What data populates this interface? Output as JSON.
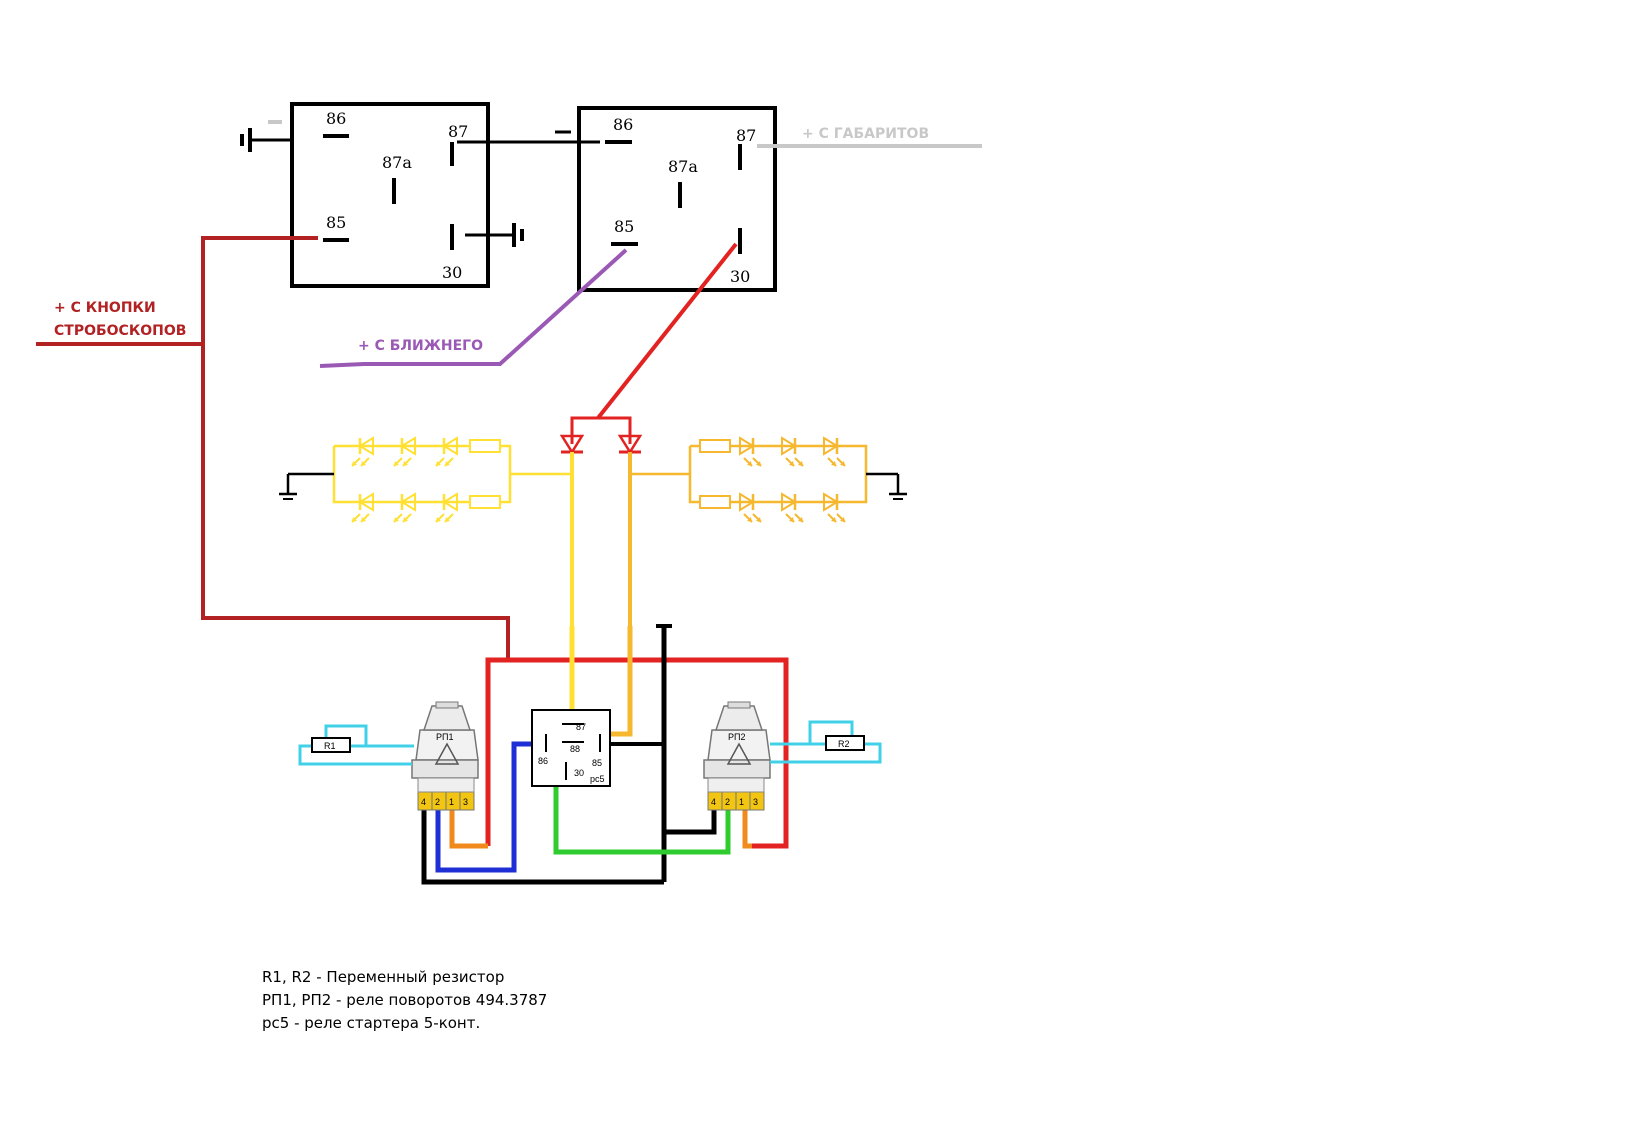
{
  "relay1": {
    "pins": [
      "86",
      "87",
      "87a",
      "85",
      "30"
    ],
    "minus": "−"
  },
  "relay2": {
    "pins": [
      "86",
      "87",
      "87a",
      "85",
      "30"
    ],
    "minus": "−"
  },
  "wire_labels": {
    "button_line1": "+ С КНОПКИ",
    "button_line2": "СТРОБОСКОПОВ",
    "low_beam": "+ С БЛИЖНЕГО",
    "parking": "+ С ГАБАРИТОВ"
  },
  "flasher1": {
    "name": "РП1",
    "resistor": "R1",
    "pins": [
      "4",
      "2",
      "1",
      "3"
    ]
  },
  "flasher2": {
    "name": "РП2",
    "resistor": "R2",
    "pins": [
      "4",
      "2",
      "1",
      "3"
    ]
  },
  "starter_relay": {
    "name": "рс5",
    "pins": [
      "87",
      "88",
      "86",
      "85",
      "30"
    ]
  },
  "legend": [
    "R1, R2 - Переменный резистор",
    "РП1, РП2 - реле поворотов 494.3787",
    "рс5 - реле стартера 5-конт."
  ],
  "colors": {
    "button_wire": "#b22222",
    "low_beam_wire": "#9b59b6",
    "parking_wire": "#c8c8c8",
    "feed_wire": "#e32222",
    "left_led": "#ffe033",
    "right_led": "#f5b82e",
    "blue_wire": "#1f2fd6",
    "green_wire": "#2ecc2e",
    "orange_wire": "#f08a1c",
    "cyan_wire": "#40d0e8",
    "ground": "#000000"
  }
}
